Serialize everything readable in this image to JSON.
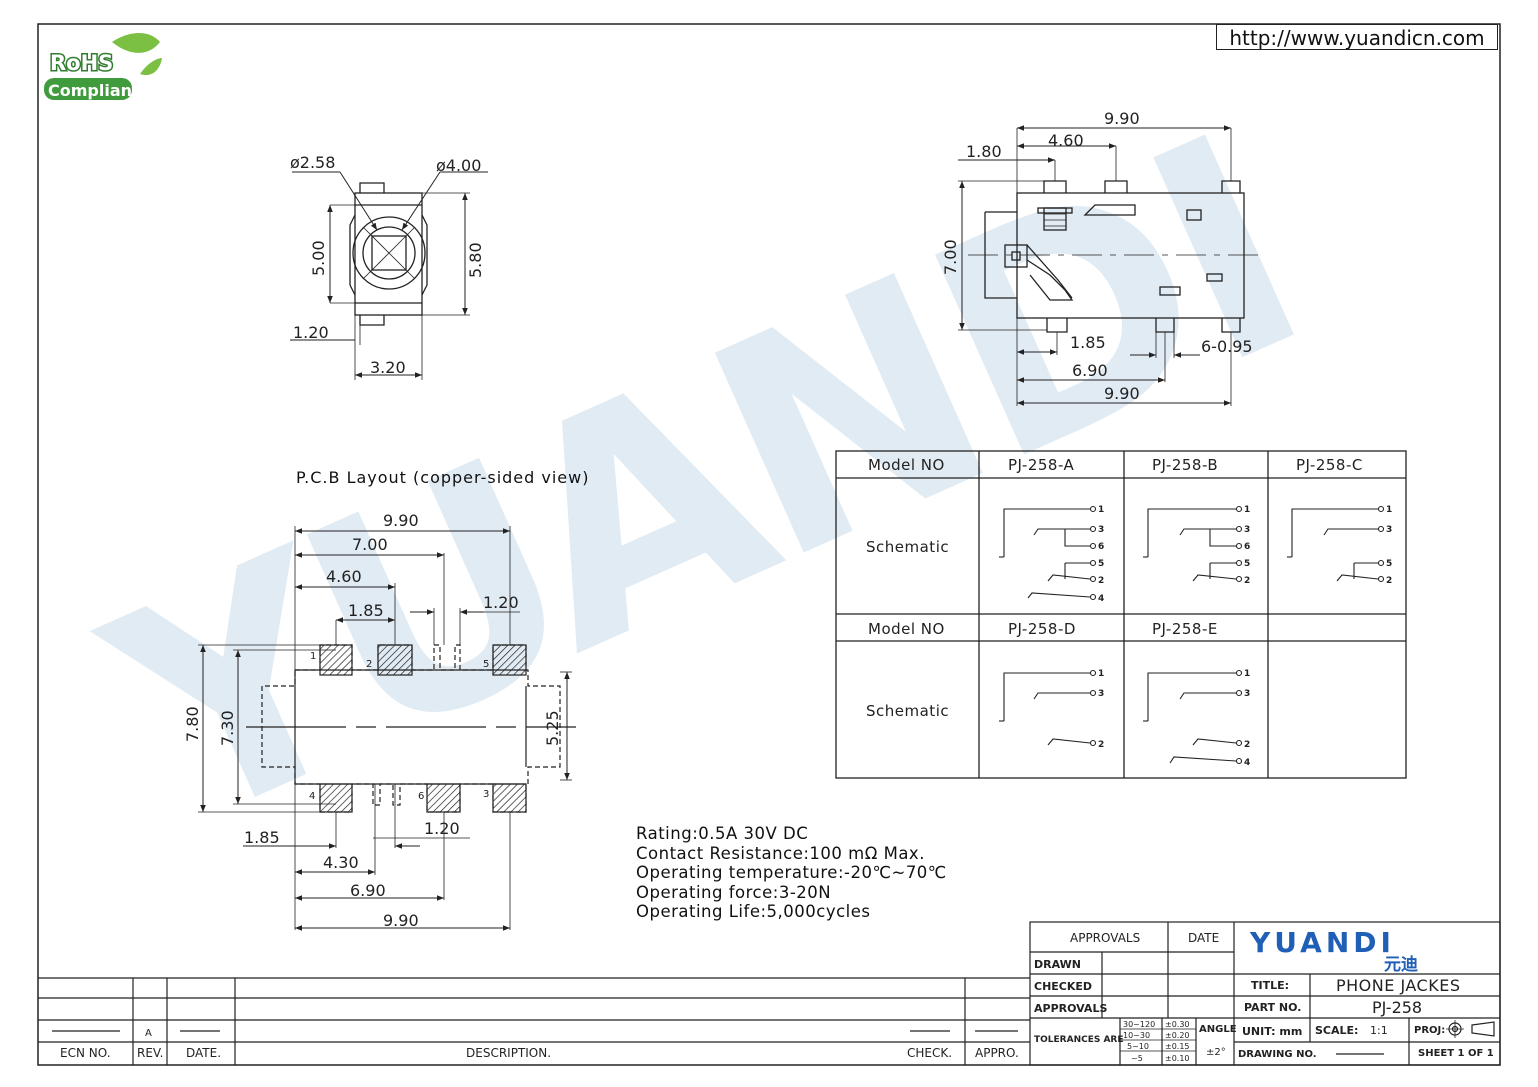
{
  "header": {
    "url": "http://www.yuandicn.com"
  },
  "rohs": {
    "line1": "RoHS",
    "line2": "Compliant",
    "color": "#3f9b3b"
  },
  "watermark": {
    "text": "YUANDI",
    "color": "#c9dcea"
  },
  "front_view": {
    "dims": {
      "d_inner": "ø2.58",
      "d_outer": "ø4.00",
      "h_left": "5.00",
      "h_right": "5.80",
      "w_small": "1.20",
      "w_total": "3.20"
    }
  },
  "side_view": {
    "dims": {
      "top_total": "9.90",
      "top_mid": "4.60",
      "top_left": "1.80",
      "height": "7.00",
      "pin_pitch": "1.85",
      "pin_width": "6-0.95",
      "span": "6.90",
      "bottom_total": "9.90"
    }
  },
  "pcb": {
    "title": "P.C.B Layout (copper-sided view)",
    "dims": {
      "w_total": "9.90",
      "w_700": "7.00",
      "w_460": "4.60",
      "w_185": "1.85",
      "w_120": "1.20",
      "h_780": "7.80",
      "h_730": "7.30",
      "h_525": "5.25",
      "b_185": "1.85",
      "b_120": "1.20",
      "b_430": "4.30",
      "b_690": "6.90",
      "b_990": "9.90"
    },
    "pins": [
      "1",
      "2",
      "5",
      "4",
      "6",
      "3"
    ]
  },
  "model_table": {
    "header_label": "Model NO",
    "row_label": "Schematic",
    "row1_models": [
      "PJ-258-A",
      "PJ-258-B",
      "PJ-258-C"
    ],
    "row2_models": [
      "PJ-258-D",
      "PJ-258-E"
    ],
    "pins": {
      "a": [
        "1",
        "3",
        "6",
        "5",
        "2",
        "4"
      ],
      "b": [
        "1",
        "3",
        "6",
        "5",
        "2"
      ],
      "c": [
        "1",
        "3",
        "5",
        "2"
      ],
      "d": [
        "1",
        "3",
        "2"
      ],
      "e": [
        "1",
        "3",
        "2",
        "4"
      ]
    }
  },
  "specs": [
    "Rating:0.5A  30V  DC",
    "Contact  Resistance:100  mΩ  Max.",
    "Operating  temperature:-20℃~70℃",
    "Operating  force:3-20N",
    "Operating  Life:5,000cycles"
  ],
  "revision_block": {
    "headers": {
      "ecn": "ECN NO.",
      "rev": "REV.",
      "date": "DATE.",
      "desc": "DESCRIPTION.",
      "check": "CHECK.",
      "appro": "APPRO."
    },
    "rev_value": "A"
  },
  "title_block": {
    "approvals_header": "APPROVALS",
    "date_header": "DATE",
    "rows": [
      "DRAWN",
      "CHECKED",
      "APPROVALS"
    ],
    "tolerances_label": "TOLERANCES ARE",
    "tol_ranges": [
      "30~120",
      "10~30",
      "5~10",
      "~5"
    ],
    "tol_values": [
      "±0.30",
      "±0.20",
      "±0.15",
      "±0.10"
    ],
    "angle_label": "ANGLE",
    "angle_value": "±2°",
    "logo": {
      "text": "YUANDI",
      "cn": "元迪",
      "color": "#1f5fb5"
    },
    "title_label": "TITLE:",
    "title_value": "PHONE  JACKES",
    "part_label": "PART NO.",
    "part_value": "PJ-258",
    "unit": "UNIT:  mm",
    "scale_label": "SCALE:",
    "scale_value": "1:1",
    "proj_label": "PROJ:",
    "drawing_label": "DRAWING NO.",
    "sheet": "SHEET   1  OF  1"
  }
}
